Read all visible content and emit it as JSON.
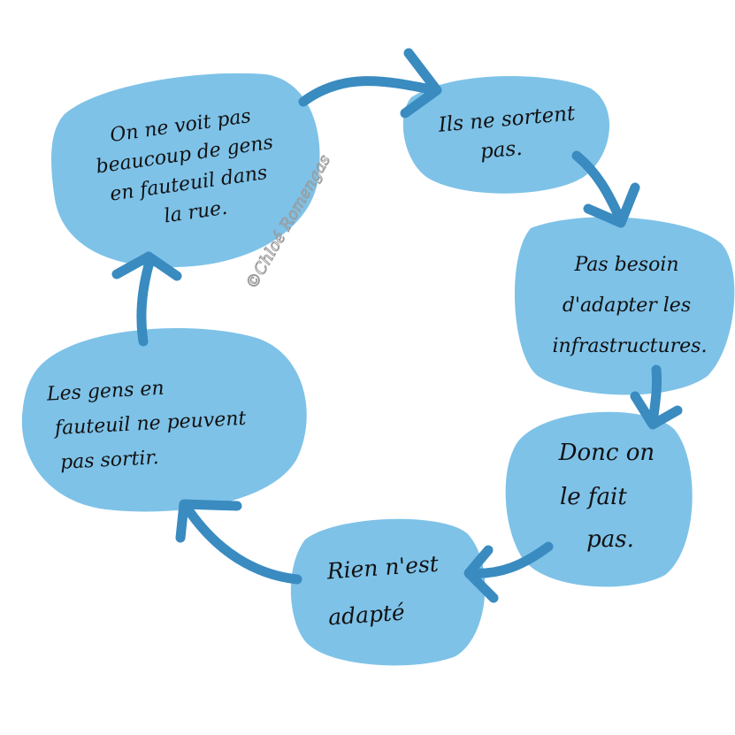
{
  "colors": {
    "background": "#ffffff",
    "bubble": "#7ec2e8",
    "arrow": "#3a8bc0",
    "text": "#111111",
    "watermark": "#9a9a9a"
  },
  "nodes": [
    {
      "id": "n1",
      "lines": [
        "On ne voit pas",
        "beaucoup de gens",
        "en fauteuil dans",
        "la rue."
      ]
    },
    {
      "id": "n2",
      "lines": [
        "Ils ne sortent",
        "pas."
      ]
    },
    {
      "id": "n3",
      "lines": [
        "Pas besoin",
        "d'adapter les",
        "infrastructures."
      ]
    },
    {
      "id": "n4",
      "lines": [
        "Donc on",
        "le fait",
        "pas."
      ]
    },
    {
      "id": "n5",
      "lines": [
        "Rien n'est",
        "adapté"
      ]
    },
    {
      "id": "n6",
      "lines": [
        "Les gens en",
        "fauteuil ne peuvent",
        "pas sortir."
      ]
    }
  ],
  "edges": [
    {
      "from": "n1",
      "to": "n2"
    },
    {
      "from": "n2",
      "to": "n3"
    },
    {
      "from": "n3",
      "to": "n4"
    },
    {
      "from": "n4",
      "to": "n5"
    },
    {
      "from": "n5",
      "to": "n6"
    },
    {
      "from": "n6",
      "to": "n1"
    }
  ],
  "watermark": "©Chloé Romengas"
}
